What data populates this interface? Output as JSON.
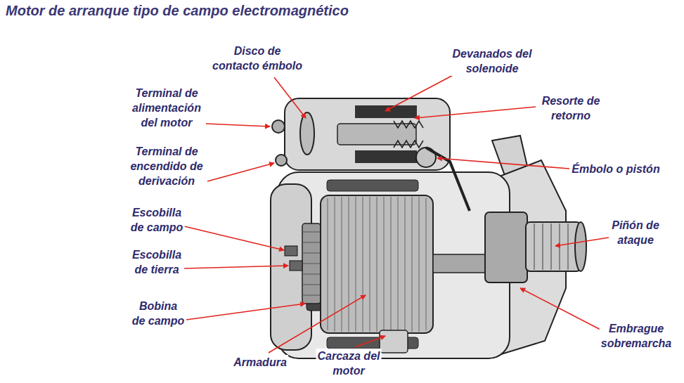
{
  "diagram": {
    "title": "Motor de arranque tipo de campo electromagnético",
    "labels": [
      "Disco de contacto émbolo",
      "Devanados del solenoide",
      "Terminal de alimentación del motor",
      "Resorte de retorno",
      "Terminal de encendido de derivación",
      "Émbolo o pistón",
      "Escobilla de campo",
      "Escobilla de tierra",
      "Piñón de ataque",
      "Bobina de campo",
      "Embrague sobremarcha",
      "Armadura",
      "Carcaza del motor"
    ]
  }
}
